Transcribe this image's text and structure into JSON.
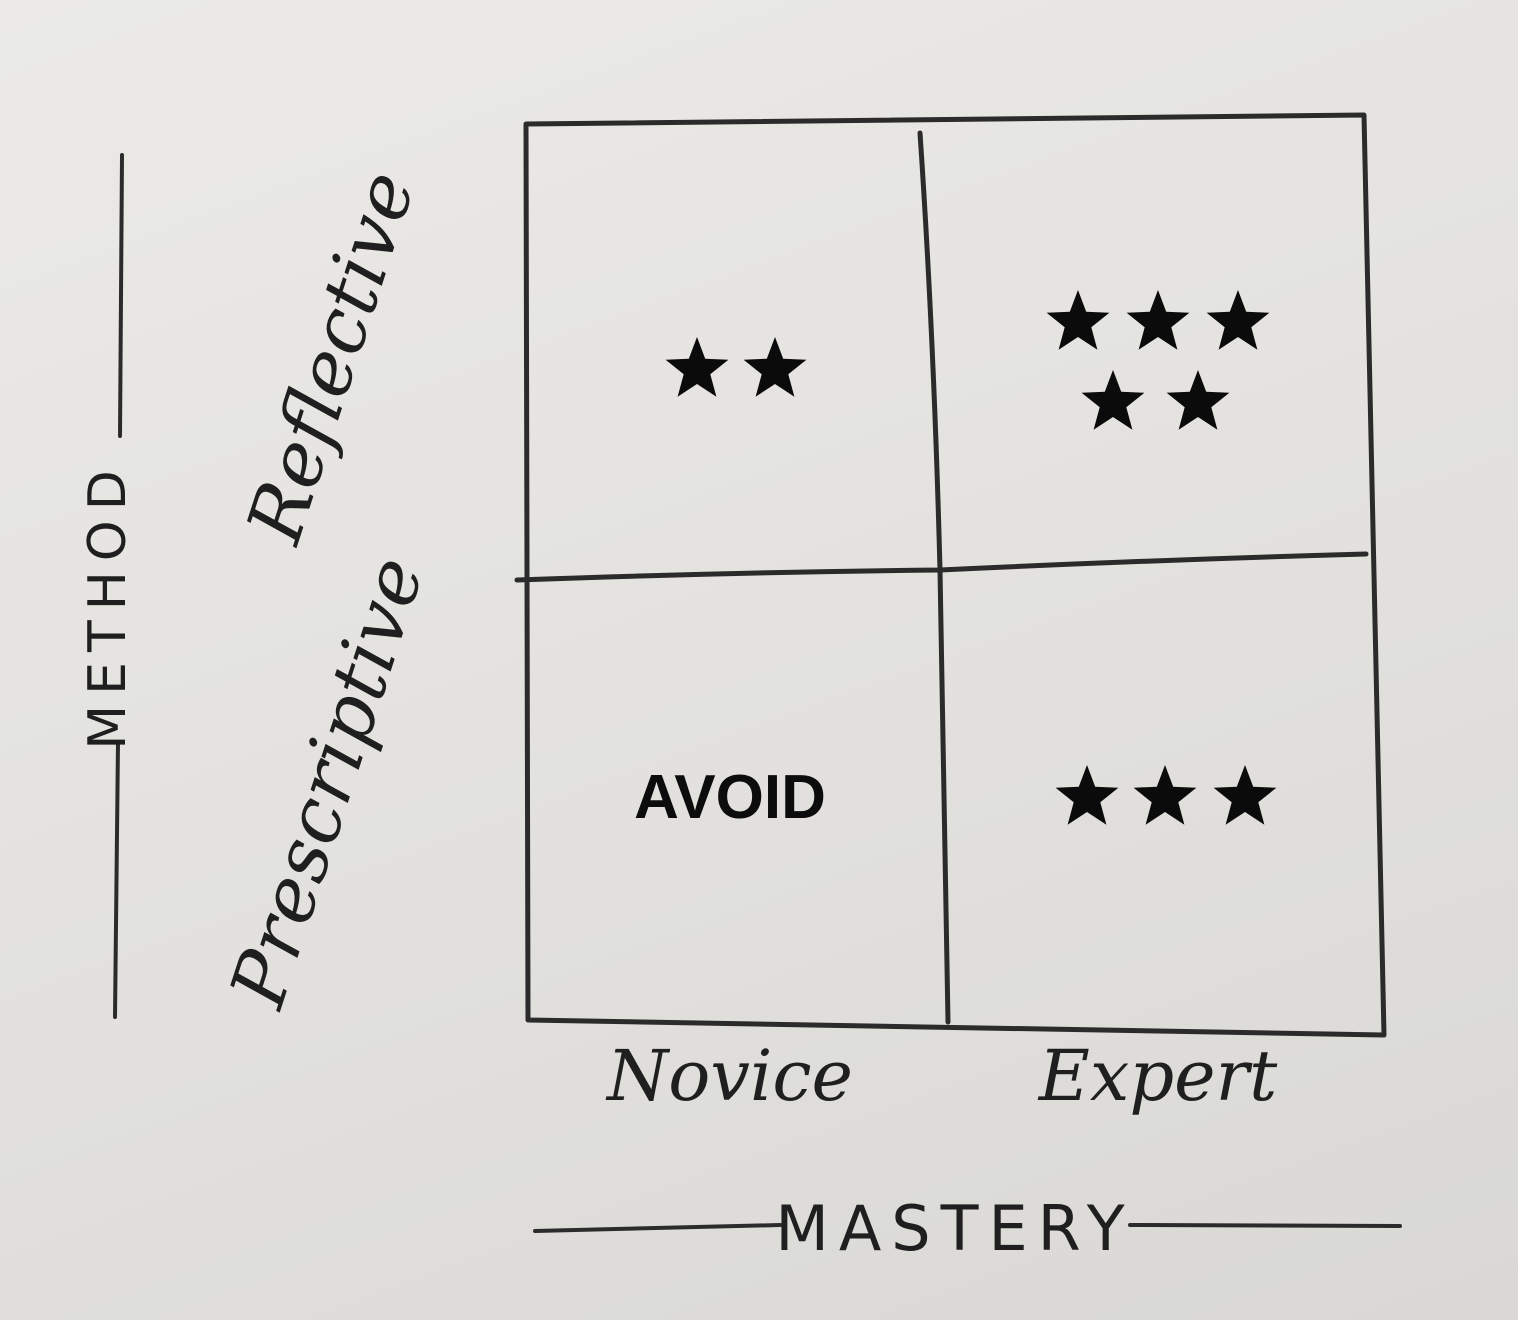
{
  "axes": {
    "vertical_title": "METHOD",
    "horizontal_title": "MASTERY",
    "row_labels": [
      "Reflective",
      "Prescriptive"
    ],
    "column_labels": [
      "Novice",
      "Expert"
    ]
  },
  "quadrants": {
    "reflective_novice": {
      "stars": 2
    },
    "reflective_expert": {
      "stars": 5
    },
    "prescriptive_novice": {
      "label": "AVOID"
    },
    "prescriptive_expert": {
      "stars": 3
    }
  },
  "colors": {
    "ink": "#2b2b2b",
    "paper": "#e4e3df",
    "star": "#0b0b0b"
  },
  "icons": [
    "star-icon"
  ]
}
